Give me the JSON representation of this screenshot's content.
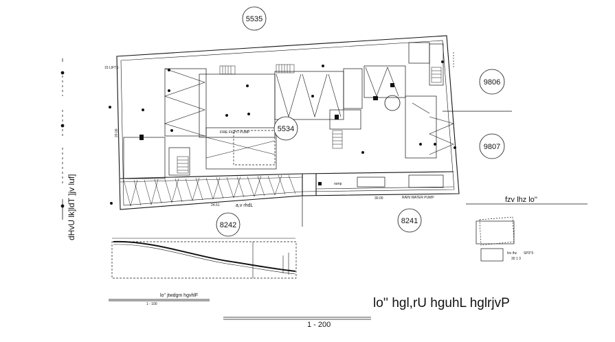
{
  "plan_labels": {
    "ref_top": "5535",
    "ref_center": "5534",
    "ref_right_upper": "9806",
    "ref_right_lower": "9807",
    "ref_bottom_left": "8242",
    "ref_bottom_right": "8241"
  },
  "notes": {
    "ramp_note": "ramp",
    "rain_water_pump": "RAIN WATER PUMP",
    "fire_fight_pump": "FIRE FIGHT PUMP",
    "lobby_note": "15 LIFTS",
    "dim_a": "24.51",
    "dim_b": "20.00",
    "dim_c": "30.00",
    "level_note": "a,v rhdL"
  },
  "titles": {
    "main_title": "lo'' hgl,rU hguhL hglrjvP",
    "main_scale": "1  -  200",
    "section_title": "lo'' jtwdgm hgvhlF",
    "section_scale": "1  -  100",
    "key_title": "fzv lhz lo''",
    "key_note_a": "fzv lhz",
    "key_note_b": "SP3*3",
    "key_note_c": "30  1 3",
    "side_title": "dHvU lk]ldT ]jv luf]"
  }
}
